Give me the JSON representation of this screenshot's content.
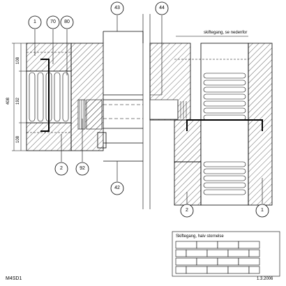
{
  "drawing": {
    "code": "M4SD1",
    "date": "1.3.2006",
    "note": "skiftegang, se nedenfor",
    "legend_title": "Skiftegang, halv stornelse"
  },
  "callouts": {
    "c1_top_left": "1",
    "c70": "70",
    "c80": "80",
    "c43": "43",
    "c44": "44",
    "c2_bottom_left": "2",
    "c92": "92",
    "c42": "42",
    "c2_bottom_right": "2",
    "c1_bottom_right": "1"
  },
  "dimensions": {
    "top": "108",
    "middle": "192",
    "bottom": "108",
    "total": "408"
  }
}
